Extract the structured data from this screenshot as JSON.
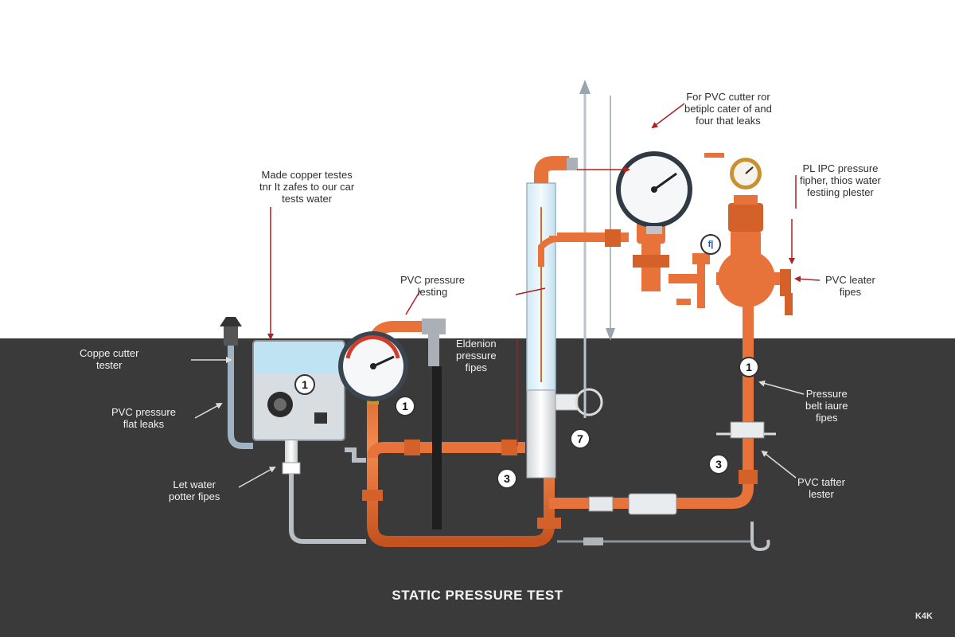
{
  "title": "STATIC PRESSURE TEST",
  "watermark": "K4K",
  "labels": {
    "top_right": [
      "For PVC cutter ror",
      "betiplc cater of and",
      "four that leaks"
    ],
    "made_copper": [
      "Made copper testes",
      "tnr It zafes to our car",
      "tests water"
    ],
    "pl_ipc": [
      "PL IPC pressure",
      "fipher, thios water",
      "festiing plester"
    ],
    "pvc_pressure_testing": [
      "PVC pressure",
      "lesting"
    ],
    "pvc_leater": [
      "PVC leater",
      "fipes"
    ],
    "copper_cutter": [
      "Coppe cutter",
      "tester"
    ],
    "eldenion": [
      "Eldenion",
      "pressure",
      "fipes"
    ],
    "pvc_pressure_leaks": [
      "PVC pressure",
      "flat leaks"
    ],
    "pressure_belt": [
      "Pressure",
      "belt iaure",
      "fipes"
    ],
    "let_water": [
      "Let water",
      "potter fipes"
    ],
    "pvc_tafter": [
      "PVC tafter",
      "lester"
    ]
  },
  "markers": {
    "tank": "1",
    "gauge": "1",
    "pipe_right": "1",
    "tee_center": "7",
    "bottom_left": "3",
    "right_lower": "3",
    "valve_tag": "f|"
  },
  "colors": {
    "pipe_copper": "#e8733a",
    "floor": "#3a3a3a",
    "background": "#ffffff",
    "tank_water": "#bfe3f2"
  }
}
